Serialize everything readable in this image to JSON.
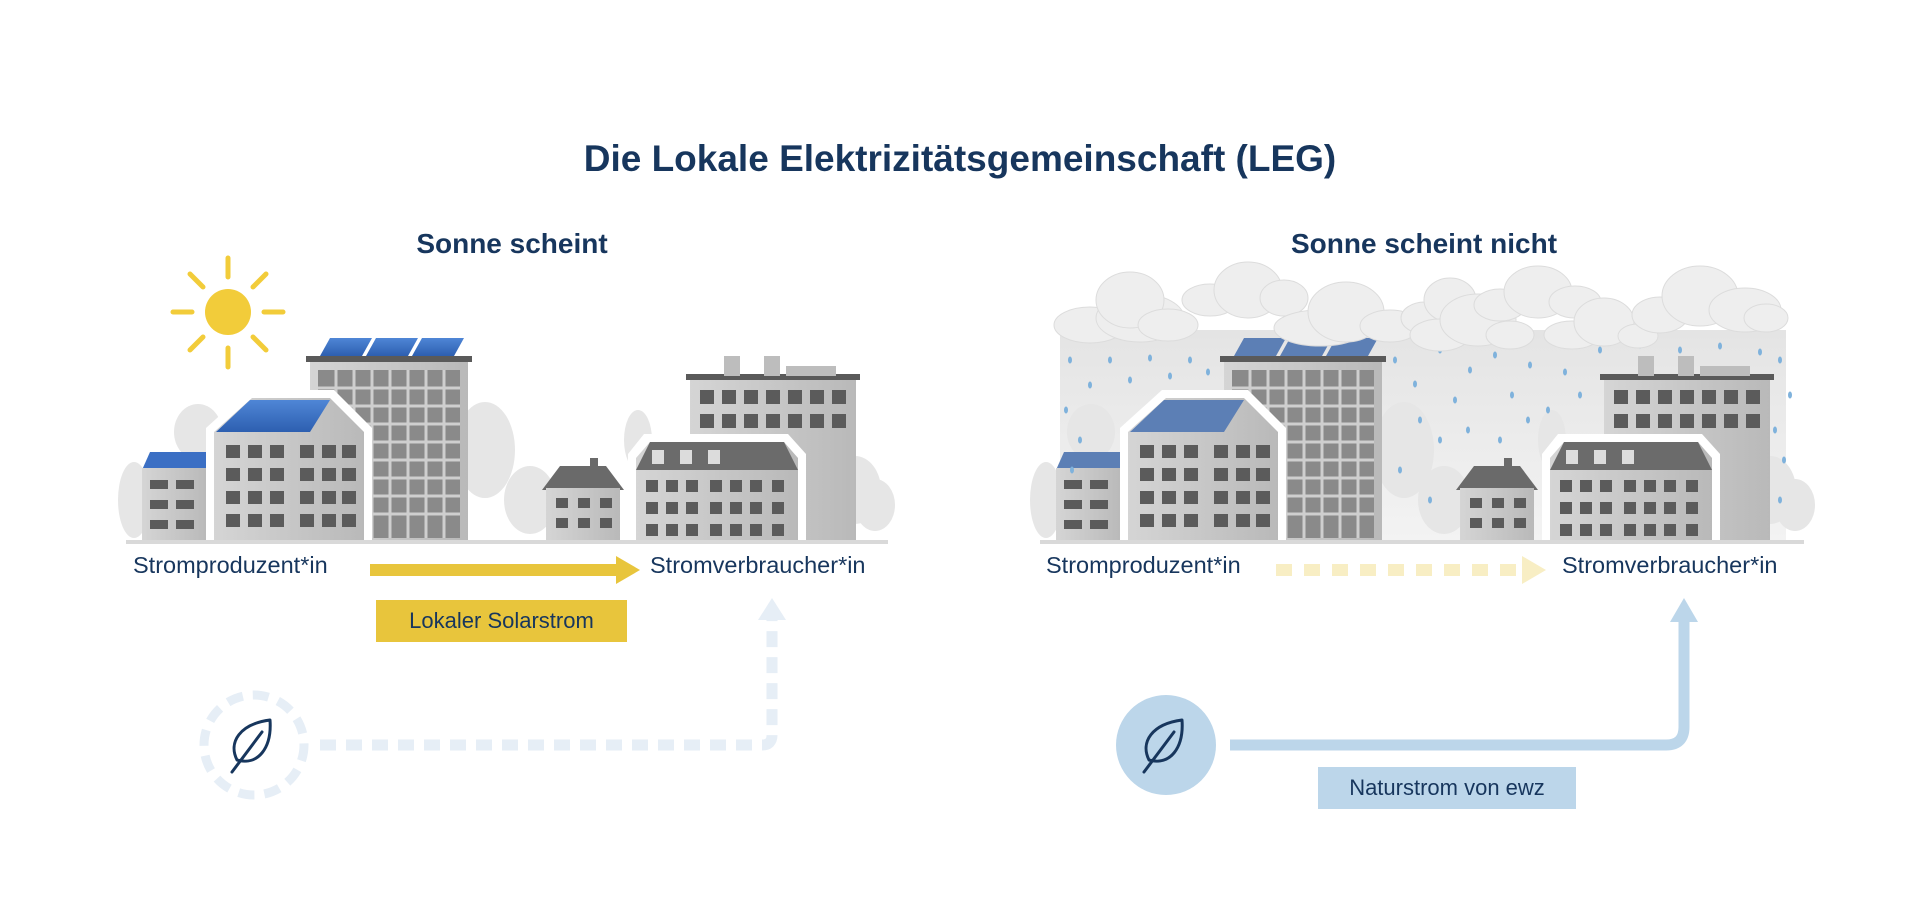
{
  "title": "Die Lokale Elektrizitätsgemeinschaft (LEG)",
  "panels": {
    "left": {
      "heading": "Sonne scheint",
      "producer": "Stromproduzent*in",
      "consumer": "Stromverbraucher*in",
      "flow_label": "Lokaler Solarstrom"
    },
    "right": {
      "heading": "Sonne scheint nicht",
      "producer": "Stromproduzent*in",
      "consumer": "Stromverbraucher*in",
      "flow_label": "Naturstrom von ewz"
    }
  },
  "colors": {
    "text": "#17365d",
    "solar": "#e8c53c",
    "natur": "#bcd6ea",
    "solar_panel": "#3b6fc4",
    "sun": "#f2cc3a",
    "rain": "#7fb2dc"
  },
  "icons": [
    "sun-icon",
    "cloud-icon",
    "leaf-icon",
    "solar-panel-icon"
  ]
}
